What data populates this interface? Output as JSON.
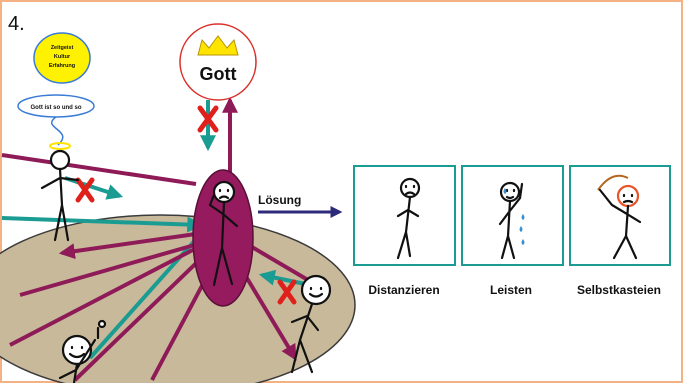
{
  "step_number": "4.",
  "thought_bubble": {
    "lines": [
      "Zeitgeist",
      "Kultur",
      "Erfahrung"
    ],
    "halo_text": "Gott ist so und so"
  },
  "god_label": "Gott",
  "solution_label": "Lösung",
  "panels": [
    {
      "label": "Distanzieren",
      "icon": "sad-stick-figure-icon"
    },
    {
      "label": "Leisten",
      "icon": "sweating-stick-figure-icon"
    },
    {
      "label": "Selbstkasteien",
      "icon": "self-flagellating-stick-figure-icon"
    }
  ],
  "colors": {
    "frame": "#f4b183",
    "ground": "#c8b99a",
    "person_oval": "#951b5e",
    "arrow_purple": "#8e1b58",
    "arrow_teal": "#1a9c93",
    "arrow_navy": "#2e2a7a",
    "cross": "#e0201b",
    "crown": "#ffe400",
    "god_circle_border": "#d9302a",
    "bubble_fill": "#fff200",
    "bubble_border": "#3a7bd5",
    "panel_border": "#1a9c93"
  }
}
